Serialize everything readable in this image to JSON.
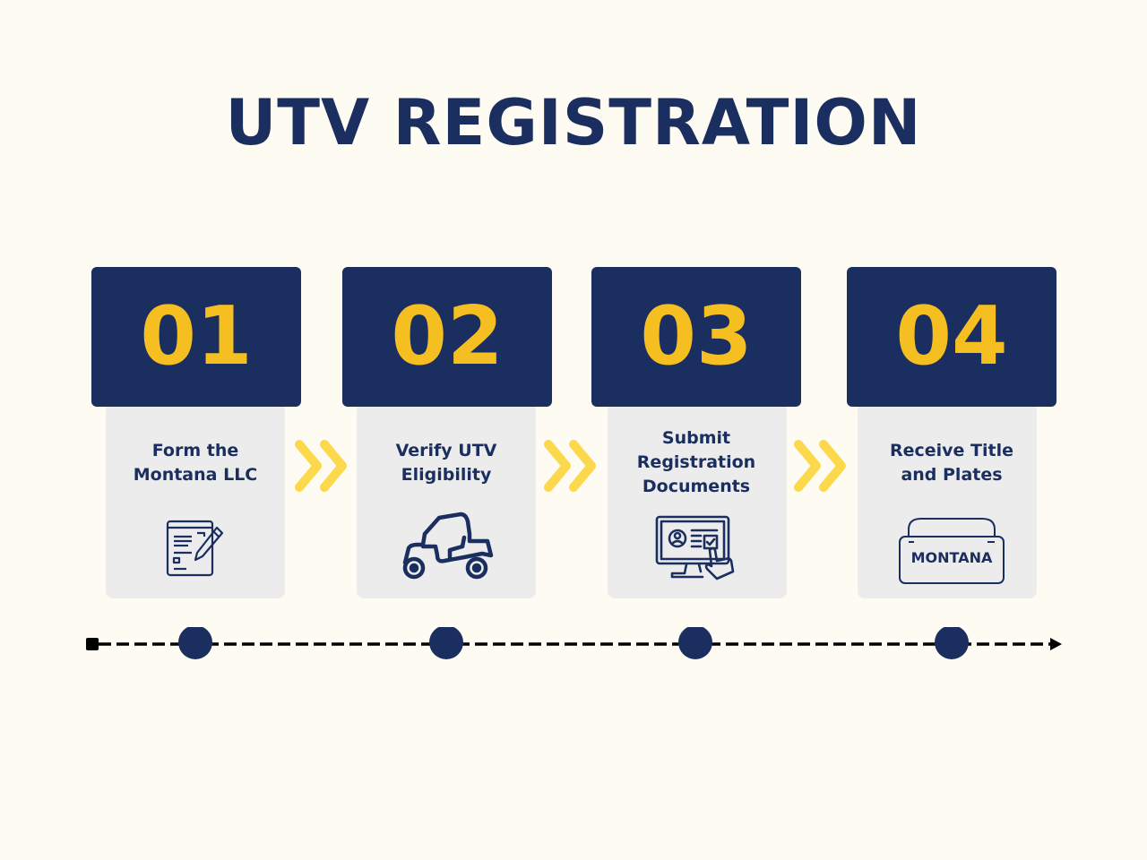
{
  "title": "UTV REGISTRATION",
  "colors": {
    "background": "#fefbf3",
    "navy": "#1a2e5f",
    "yellow": "#f5bf22",
    "chevron": "#fcd94c",
    "card": "#ececec"
  },
  "steps": [
    {
      "number": "01",
      "label_lines": [
        "Form the",
        "Montana LLC"
      ],
      "icon": "document-edit-icon"
    },
    {
      "number": "02",
      "label_lines": [
        "Verify UTV",
        "Eligibility"
      ],
      "icon": "utv-vehicle-icon"
    },
    {
      "number": "03",
      "label_lines": [
        "Submit",
        "Registration",
        "Documents"
      ],
      "icon": "computer-form-icon"
    },
    {
      "number": "04",
      "label_lines": [
        "Receive Title",
        "and Plates"
      ],
      "icon": "license-plate-icon",
      "plate_text": "MONTANA"
    }
  ],
  "timeline": {
    "markers": 4,
    "end": "arrow"
  }
}
